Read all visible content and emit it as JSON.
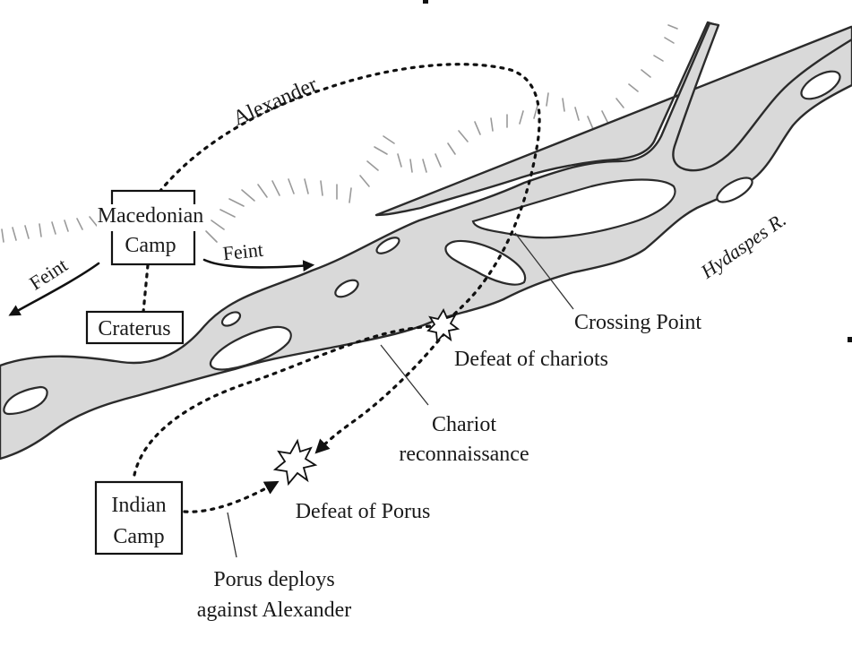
{
  "map": {
    "labels": {
      "alexander": "Alexander",
      "feint_left": "Feint",
      "feint_right": "Feint",
      "macedonian_camp_line1": "Macedonian",
      "macedonian_camp_line2": "Camp",
      "craterus": "Craterus",
      "hydaspes": "Hydaspes R.",
      "crossing_point": "Crossing Point",
      "defeat_of_chariots": "Defeat of chariots",
      "chariot_recon_line1": "Chariot",
      "chariot_recon_line2": "reconnaissance",
      "indian_camp_line1": "Indian",
      "indian_camp_line2": "Camp",
      "defeat_of_porus": "Defeat of Porus",
      "porus_deploys_line1": "Porus deploys",
      "porus_deploys_line2": "against Alexander"
    },
    "colors": {
      "river_fill": "#d9d9d9",
      "ink": "#111111",
      "ridge": "#9a9a9a",
      "background": "#ffffff"
    }
  }
}
